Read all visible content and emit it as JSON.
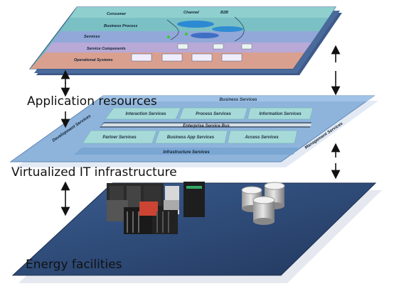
{
  "labels": {
    "application": "Application resources",
    "virtualized": "Virtualized IT infrastructure",
    "energy": "Energy facilities"
  },
  "top_layer": {
    "rows": [
      "Consumer",
      "Business Process",
      "Services",
      "Service Components",
      "Operational Systems"
    ],
    "channel": "Channel",
    "b2b": "B2B"
  },
  "middle_layer": {
    "business_services": "Business Services",
    "interaction_services": "Interaction Services",
    "process_services": "Process Services",
    "information_services": "Information Services",
    "enterprise_service_bus": "Enterprise Service Bus",
    "partner_services": "Partner Services",
    "business_app_services": "Business App Services",
    "access_services": "Access Services",
    "infrastructure_services": "Infrastructure Services",
    "development_services": "Development Services",
    "management_services": "Management Services"
  },
  "colors": {
    "base_plate": "#2e4a7a",
    "soa_plate": "#8eb4dc",
    "soa_box": "#a6dad8",
    "top_layer_tint": "#5ab0b8"
  }
}
